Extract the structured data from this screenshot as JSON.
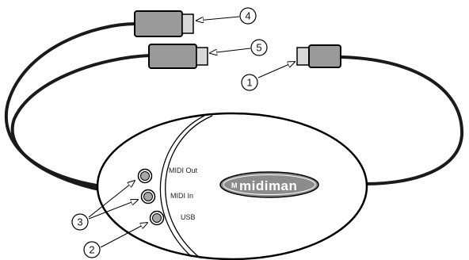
{
  "device": {
    "brand_logo": "midiman",
    "ports": [
      {
        "label": "MIDI Out"
      },
      {
        "label": "MIDI In"
      },
      {
        "label": "USB"
      }
    ]
  },
  "callouts": [
    {
      "number": "1"
    },
    {
      "number": "2"
    },
    {
      "number": "3"
    },
    {
      "number": "4"
    },
    {
      "number": "5"
    }
  ],
  "colors": {
    "cable": "#1a1a1a",
    "connector_fill": "#9a9a9a",
    "connector_tip": "#d8d8d8",
    "logo_fill": "#8c8c8c",
    "port_fill": "#a8a8a8",
    "outline": "#000000"
  }
}
